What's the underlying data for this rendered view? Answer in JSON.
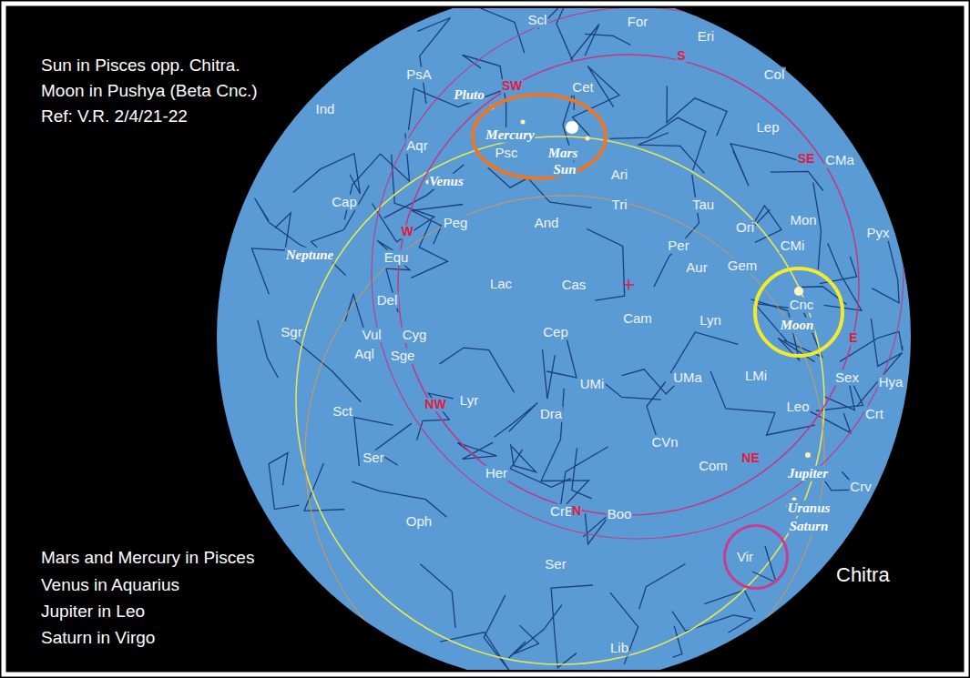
{
  "diagram": {
    "nodes": [
      {
        "text": [
          "Mercury",
          "Psc",
          "Mars",
          "Sun"
        ]
      },
      {
        "text": [
          "Cnc",
          "Moon"
        ]
      },
      {
        "text": [
          "Vir"
        ]
      }
    ],
    "labels": [
      "Sun in Pisces opp. Chitra.",
      "Moon in Pushya (Beta Cnc.)",
      "Ref: V.R. 2/4/21-22",
      "Mars and Mercury in Pisces",
      "Venus in Aquarius",
      "Jupiter in Leo",
      "Saturn in Virgo",
      "Chitra",
      "Scl",
      "For",
      "Eri",
      "PsA",
      "Cet",
      "Col",
      "Lep",
      "CMa",
      "Ind",
      "Aqr",
      "Ari",
      "Tri",
      "Tau",
      "Ori",
      "Mon",
      "Cap",
      "Pyx",
      "Peg",
      "And",
      "Per",
      "Aur",
      "Gem",
      "CMi",
      "Equ",
      "Del",
      "Lac",
      "Cas",
      "Cam",
      "Lyn",
      "Hya",
      "Sgr",
      "Vul",
      "Cyg",
      "Cep",
      "Aql",
      "Sge",
      "Sex",
      "UMi",
      "UMa",
      "LMi",
      "Leo",
      "Crt",
      "Sct",
      "Lyr",
      "Dra",
      "Ser",
      "Her",
      "CVn",
      "Com",
      "Crv",
      "Oph",
      "CrB",
      "Boo",
      "Ser",
      "Lib",
      "Pluto",
      "Venus",
      "Neptune",
      "Jupiter",
      "Uranus",
      "Saturn",
      "S",
      "SW",
      "SE",
      "W",
      "E",
      "NW",
      "NE",
      "N"
    ]
  }
}
